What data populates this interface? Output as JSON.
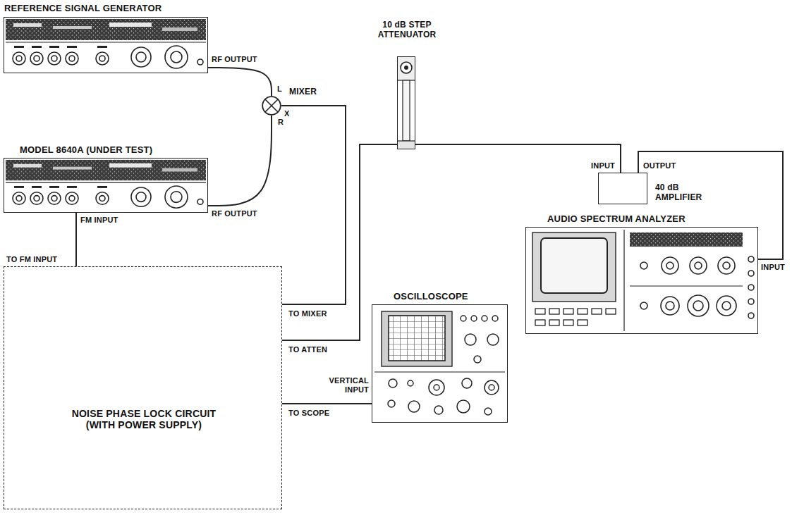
{
  "diagram": {
    "nodes": [
      {
        "text": [
          "REFERENCE SIGNAL GENERATOR"
        ]
      },
      {
        "text": [
          "MODEL 8640A (UNDER TEST)"
        ]
      },
      {
        "text": [
          "MIXER"
        ]
      },
      {
        "text": [
          "10 dB STEP ATTENUATOR"
        ]
      },
      {
        "text": [
          "40 dB AMPLIFIER"
        ]
      },
      {
        "text": [
          "AUDIO SPECTRUM ANALYZER"
        ]
      },
      {
        "text": [
          "OSCILLOSCOPE"
        ]
      },
      {
        "text": [
          "TO FM INPUT",
          "NOISE PHASE LOCK CIRCUIT (WITH POWER SUPPLY)",
          "TO MIXER",
          "TO ATTEN",
          "TO SCOPE"
        ]
      }
    ],
    "edges": [
      {
        "from": 0,
        "to": 2,
        "arrow": "none"
      },
      {
        "from": 1,
        "to": 2,
        "arrow": "none"
      },
      {
        "from": 2,
        "to": 7,
        "arrow": "none"
      },
      {
        "from": 7,
        "to": 3,
        "arrow": "none"
      },
      {
        "from": 3,
        "to": 4,
        "arrow": "none"
      },
      {
        "from": 4,
        "to": 5,
        "arrow": "none"
      },
      {
        "from": 7,
        "to": 6,
        "arrow": "none"
      },
      {
        "from": 7,
        "to": 1,
        "arrow": "none"
      }
    ],
    "labels": [
      "RF OUTPUT",
      "L",
      "X",
      "R",
      "RF OUTPUT",
      "FM INPUT",
      "INPUT",
      "OUTPUT",
      "INPUT",
      "VERTICAL INPUT"
    ]
  }
}
